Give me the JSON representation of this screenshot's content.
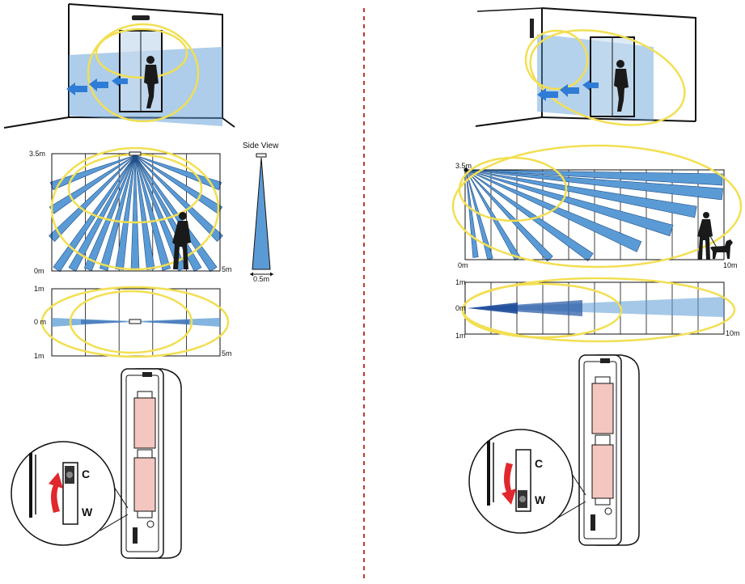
{
  "left": {
    "front": {
      "top_label": "3.5m",
      "bottom_label": "0m",
      "right_label": "5m"
    },
    "side_view": {
      "title": "Side View",
      "width_label": "0.5m"
    },
    "top": {
      "top_label": "1m",
      "mid_label": "0 m",
      "bottom_label": "1m",
      "right_label": "5m"
    },
    "switch": {
      "upper_letter": "C",
      "lower_letter": "W"
    }
  },
  "right": {
    "front": {
      "top_label": "3.5m",
      "bottom_label": "0m",
      "right_label": "10m"
    },
    "top": {
      "top_label": "1m",
      "mid_label": "0m",
      "bottom_label": "1m",
      "right_label": "10m"
    },
    "switch": {
      "upper_letter": "C",
      "lower_letter": "W"
    }
  },
  "colors": {
    "beam": "#5b9bd5",
    "beam_dark": "#2e5fa8",
    "zone": "#f2df52",
    "divider": "#c0392b",
    "arrow": "#e0282d",
    "battery": "#f4c6c0"
  }
}
